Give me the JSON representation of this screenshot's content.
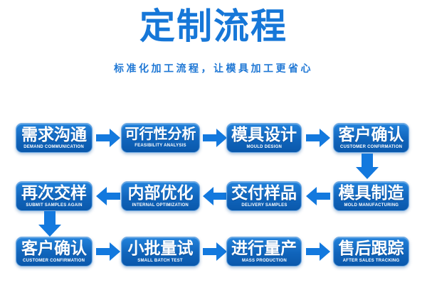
{
  "page": {
    "title": "定制流程",
    "subtitle": "标准化加工流程，让模具加工更省心"
  },
  "colors": {
    "title_blue": "#1677d8",
    "subtitle_blue": "#2078d5",
    "box_gradient_top": "#2383dc",
    "box_gradient_bottom": "#0a58ab",
    "box_border_highlight": "#6fa9e2",
    "arrow_blue": "#1379de",
    "box_text": "#ffffff",
    "background": "#ffffff"
  },
  "icons": {
    "right": "arrow-right-icon",
    "left": "arrow-left-icon",
    "down": "arrow-down-icon"
  },
  "flow": {
    "rows": [
      {
        "direction": "right",
        "steps": [
          {
            "zh": "需求沟通",
            "en": "DEMAND COMMUNICATION"
          },
          {
            "zh": "可行性分析",
            "en": "FEASIBILITY ANALYSIS"
          },
          {
            "zh": "模具设计",
            "en": "MOULD DESIGN"
          },
          {
            "zh": "客户确认",
            "en": "CUSTOMER CONFIRMATION"
          }
        ]
      },
      {
        "direction": "left",
        "steps": [
          {
            "zh": "再次交样",
            "en": "SUBMIT SAMPLES AGAIN"
          },
          {
            "zh": "内部优化",
            "en": "INTERNAL OPTIMIZATION"
          },
          {
            "zh": "交付样品",
            "en": "DELIVERY SAMPLES"
          },
          {
            "zh": "模具制造",
            "en": "MOLD MANUFACTURING"
          }
        ]
      },
      {
        "direction": "right",
        "steps": [
          {
            "zh": "客户确认",
            "en": "CUSTOMER CONFIRMATION"
          },
          {
            "zh": "小批量试",
            "en": "SMALL BATCH TEST"
          },
          {
            "zh": "进行量产",
            "en": "MASS PRODUCTION"
          },
          {
            "zh": "售后跟踪",
            "en": "AFTER SALES TRACKING"
          }
        ]
      }
    ]
  }
}
